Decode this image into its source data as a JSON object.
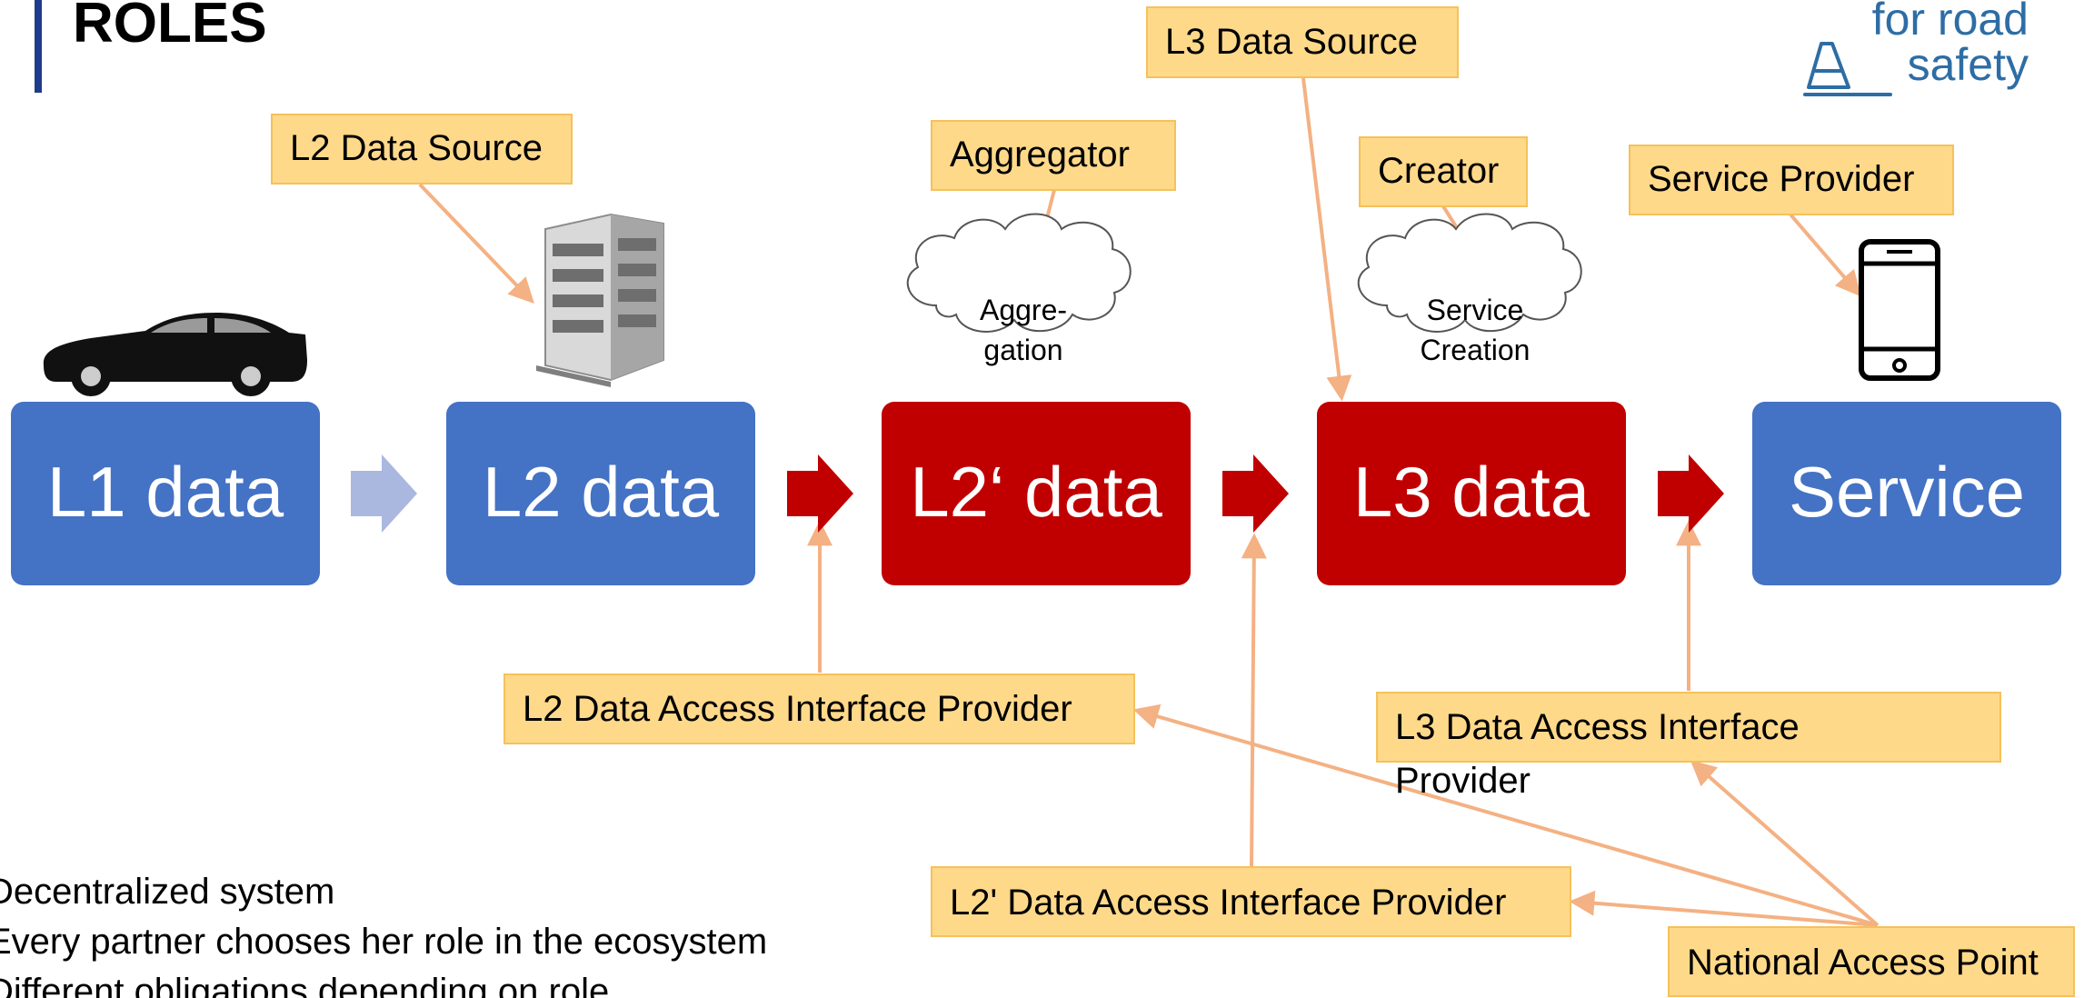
{
  "slide": {
    "title": "ROLES"
  },
  "logo": {
    "line1": "for road",
    "line2": "safety"
  },
  "colors": {
    "blue": "#4472c4",
    "red": "#c00000",
    "light_blue_arrow": "#aab8df",
    "label_fill": "#ffd98a",
    "label_border": "#f5c15a",
    "connector": "#f4b183",
    "title_bar": "#1f3b8c"
  },
  "nodes": [
    {
      "id": "l1",
      "label": "L1 data",
      "color": "blue"
    },
    {
      "id": "l2",
      "label": "L2 data",
      "color": "blue"
    },
    {
      "id": "l2p",
      "label": "L2‘ data",
      "color": "red"
    },
    {
      "id": "l3",
      "label": "L3 data",
      "color": "red"
    },
    {
      "id": "svc",
      "label": "Service",
      "color": "blue"
    }
  ],
  "clouds": {
    "aggregation": {
      "line1": "Aggre-",
      "line2": "gation"
    },
    "service_creation": {
      "line1": "Service",
      "line2": "Creation"
    }
  },
  "labels": {
    "l2_data_source": "L2 Data Source",
    "aggregator": "Aggregator",
    "l3_data_source": "L3 Data Source",
    "creator": "Creator",
    "service_provider": "Service Provider",
    "l2_interface": "L2 Data Access Interface Provider",
    "l3_interface_line1": "L3 Data Access Interface",
    "l3_interface_line2": "Provider",
    "l2p_interface": "L2' Data Access Interface Provider",
    "nap": "National Access Point"
  },
  "icons": {
    "vehicle": "car-icon",
    "building": "building-icon",
    "device": "smartphone-icon"
  },
  "bullets": [
    "Decentralized system",
    "Every partner chooses her role in the ecosystem",
    "Different obligations depending on role"
  ]
}
